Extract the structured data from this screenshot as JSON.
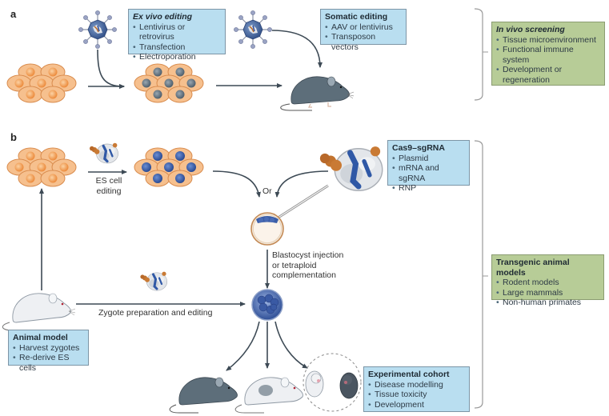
{
  "panel_a": {
    "label": "a",
    "ex_vivo_box": {
      "title": "Ex vivo editing",
      "items": [
        "Lentivirus or retrovirus",
        "Transfection",
        "Electroporation"
      ]
    },
    "somatic_box": {
      "title": "Somatic editing",
      "items": [
        "AAV or lentivirus",
        "Transposon vectors"
      ]
    },
    "in_vivo_box": {
      "title": "In vivo screening",
      "items": [
        "Tissue microenvironment",
        "Functional immune",
        "system",
        "Development or",
        "regeneration"
      ]
    }
  },
  "panel_b": {
    "label": "b",
    "es_cell_label_1": "ES cell",
    "es_cell_label_2": "editing",
    "or_label": "Or",
    "cas9_box": {
      "title": "Cas9–sgRNA",
      "items": [
        "Plasmid",
        "mRNA and sgRNA",
        "RNP"
      ]
    },
    "blastocyst_label": [
      "Blastocyst injection",
      "or tetraploid",
      "complementation"
    ],
    "zygote_label": "Zygote preparation and editing",
    "animal_model_box": {
      "title": "Animal model",
      "items": [
        "Harvest zygotes",
        "Re-derive ES cells"
      ]
    },
    "transgenic_box": {
      "title": "Transgenic animal models",
      "items": [
        "Rodent models",
        "Large mammals",
        "Non-human primates"
      ]
    },
    "cohort_box": {
      "title": "Experimental cohort",
      "items": [
        "Disease modelling",
        "Tissue toxicity",
        "Development"
      ]
    }
  },
  "colors": {
    "cell_fill": "#f6c08e",
    "cell_stroke": "#d98c4e",
    "blue_box": "#b9def0",
    "green_box": "#b7cc97",
    "arrow": "#3d4a55",
    "mouse_dark": "#5d6e7a",
    "nucleus_blue": "#3b5ea8"
  }
}
